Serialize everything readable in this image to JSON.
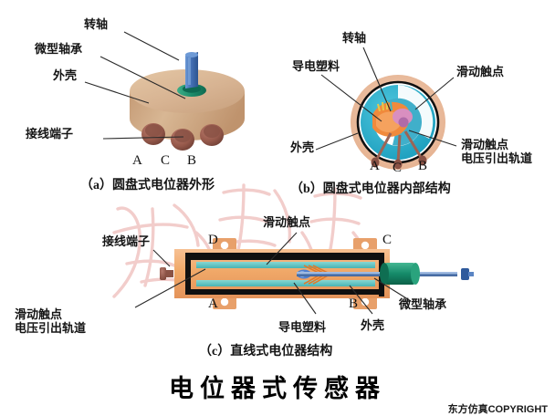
{
  "document": {
    "title": "电位器式传感器",
    "copyright": "东方仿真COPYRIGHT",
    "background_color": "#ffffff"
  },
  "colors": {
    "housing_tan": "#cfa983",
    "housing_tan_light": "#ddbc98",
    "housing_top": "#d9b692",
    "shaft_blue": "#4a76b8",
    "shaft_blue_dark": "#2f5a9c",
    "bearing_green": "#1f8f6e",
    "terminal_brown": "#9c6455",
    "body_orange": "#f0a868",
    "body_orange_light": "#f6bb85",
    "track_teal": "#5fc4c4",
    "ring_cyan": "#35b5cf",
    "ring_peach": "#eec2a6",
    "inner_orange": "#f08a3c",
    "inner_pink": "#d98fc0",
    "outline_black": "#101010",
    "leader_line": "#2a2a2a",
    "watermark_pink": "#f3c9c9",
    "text_black": "#141414"
  },
  "panels": [
    {
      "id": "a",
      "caption": "（a）圆盘式电位器外形",
      "labels": [
        {
          "name": "rotating-shaft",
          "text": "转轴"
        },
        {
          "name": "miniature-bearing",
          "text": "微型轴承"
        },
        {
          "name": "housing",
          "text": "外壳"
        },
        {
          "name": "wiring-terminal",
          "text": "接线端子"
        }
      ],
      "terminals": [
        "A",
        "C",
        "B"
      ]
    },
    {
      "id": "b",
      "caption": "（b）圆盘式电位器内部结构",
      "labels": [
        {
          "name": "rotating-shaft",
          "text": "转轴"
        },
        {
          "name": "conductive-plastic",
          "text": "导电塑料"
        },
        {
          "name": "sliding-contact",
          "text": "滑动触点"
        },
        {
          "name": "housing",
          "text": "外壳"
        },
        {
          "name": "sliding-contact-voltage-track",
          "text": "滑动触点\n电压引出轨道"
        }
      ],
      "terminals": [
        "A",
        "C",
        "B"
      ]
    },
    {
      "id": "c",
      "caption": "（c）直线式电位器结构",
      "labels": [
        {
          "name": "wiring-terminal",
          "text": "接线端子"
        },
        {
          "name": "sliding-contact",
          "text": "滑动触点"
        },
        {
          "name": "sliding-contact-voltage-track",
          "text": "滑动触点\n电压引出轨道"
        },
        {
          "name": "conductive-plastic",
          "text": "导电塑料"
        },
        {
          "name": "housing",
          "text": "外壳"
        },
        {
          "name": "miniature-bearing",
          "text": "微型轴承"
        }
      ],
      "terminals": [
        "D",
        "C",
        "A",
        "B"
      ]
    }
  ]
}
